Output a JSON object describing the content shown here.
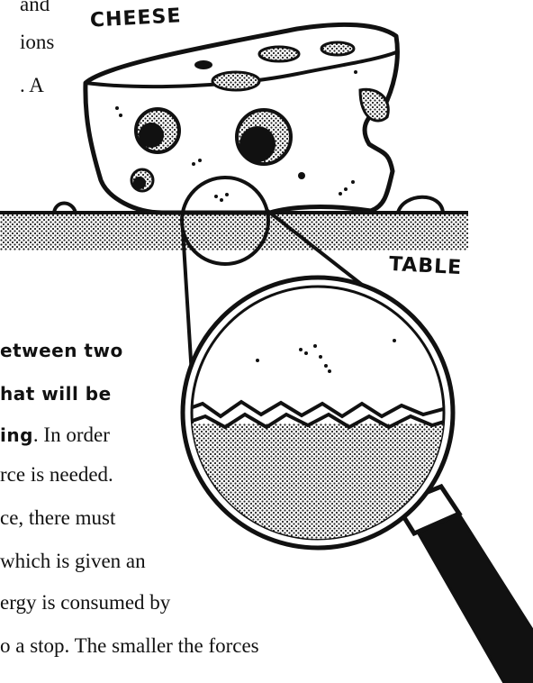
{
  "text": {
    "line1_tail": "and",
    "line2_tail": "ions",
    "line3_tail": ". A",
    "bold_line1": "etween two",
    "bold_line2": "hat will be",
    "bold_line3": "ing",
    "line6_tail": ". In order",
    "line7": "rce is needed.",
    "line8": "ce, there must",
    "line9": "which is given an",
    "line10": "ergy is consumed by",
    "line11": "o a stop.  The smaller the forces"
  },
  "illustration": {
    "cheese_label": "CHEESE",
    "table_label": "TABLE"
  }
}
